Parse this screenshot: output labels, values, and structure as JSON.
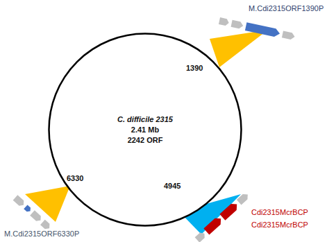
{
  "diagram": {
    "nodes": [
      {
        "text": [
          "C. difficile 2315",
          "2.41 Mb",
          "2242 ORF"
        ]
      }
    ],
    "labels": [
      "1390",
      "4945",
      "6330",
      "M.Cdi2315ORF1390P",
      "Cdi2315McrBCP",
      "Cdi2315McrBCP",
      "M.Cdi2315ORF6330P"
    ]
  }
}
